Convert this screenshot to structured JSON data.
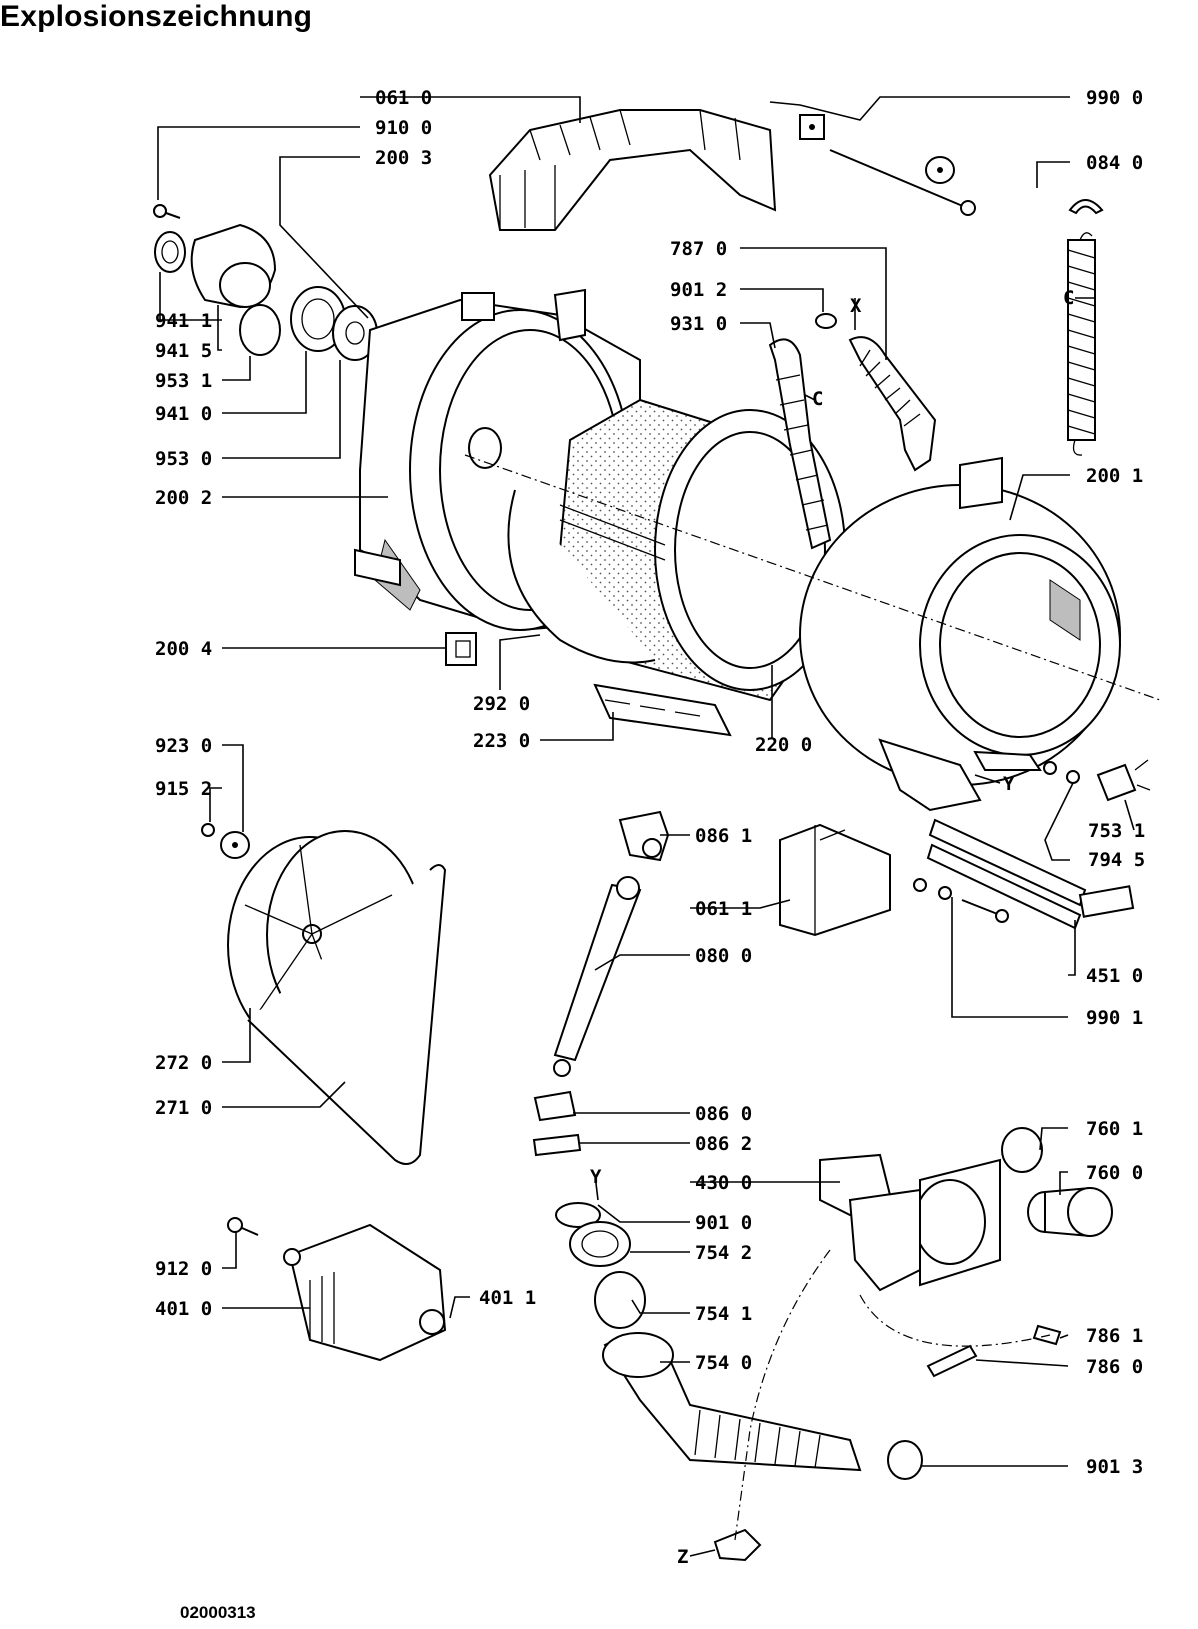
{
  "title": "Explosionszeichnung",
  "document_number": "02000313",
  "markers": {
    "x": "X",
    "y": "Y",
    "z": "Z",
    "c": "C"
  },
  "part_labels": [
    "061 0",
    "910 0",
    "200 3",
    "990 0",
    "084 0",
    "787 0",
    "901 2",
    "931 0",
    "941 1",
    "941 5",
    "953 1",
    "941 0",
    "953 0",
    "200 2",
    "200 1",
    "200 4",
    "292 0",
    "223 0",
    "220 0",
    "923 0",
    "915 2",
    "086 1",
    "753 1",
    "794 5",
    "061 1",
    "451 0",
    "080 0",
    "990 1",
    "272 0",
    "271 0",
    "086 0",
    "086 2",
    "760 1",
    "430 0",
    "760 0",
    "901 0",
    "754 2",
    "912 0",
    "401 0",
    "401 1",
    "754 1",
    "786 1",
    "754 0",
    "786 0",
    "901 3"
  ]
}
